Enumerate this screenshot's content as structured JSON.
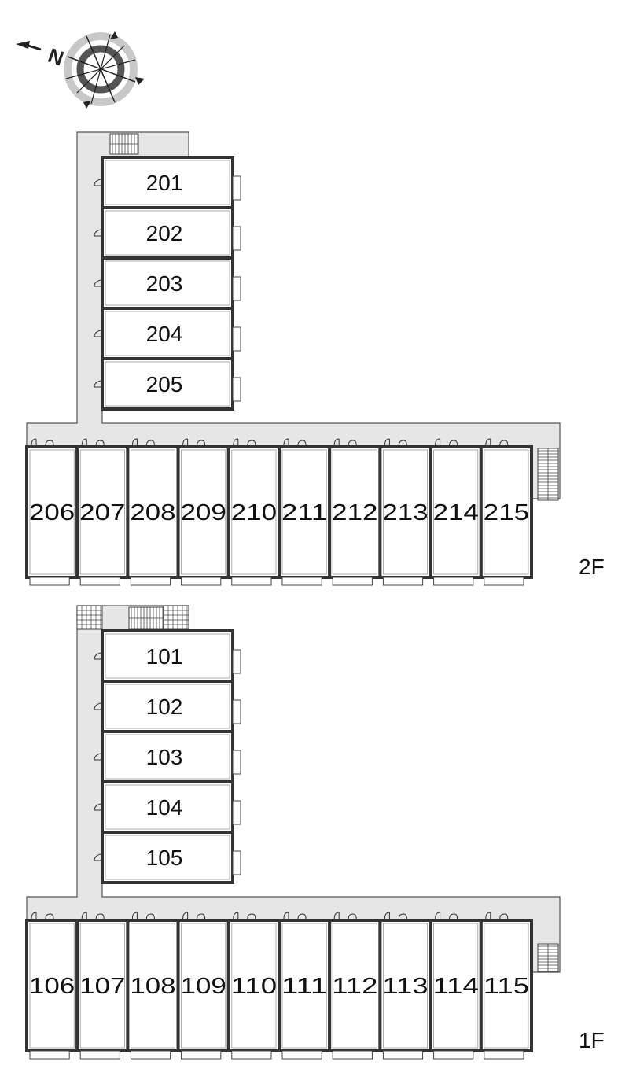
{
  "compass": {
    "north_label": "N",
    "icon": "compass-rose-icon"
  },
  "floors": [
    {
      "id": "2F",
      "label": "2F",
      "wing_units": [
        "201",
        "202",
        "203",
        "204",
        "205"
      ],
      "row_units": [
        "206",
        "207",
        "208",
        "209",
        "210",
        "211",
        "212",
        "213",
        "214",
        "215"
      ]
    },
    {
      "id": "1F",
      "label": "1F",
      "wing_units": [
        "101",
        "102",
        "103",
        "104",
        "105"
      ],
      "row_units": [
        "106",
        "107",
        "108",
        "109",
        "110",
        "111",
        "112",
        "113",
        "114",
        "115"
      ]
    }
  ],
  "colors": {
    "corridor": "#e6e6e6",
    "wall": "#333333",
    "unit_fill": "#ffffff",
    "outline": "#555555"
  }
}
